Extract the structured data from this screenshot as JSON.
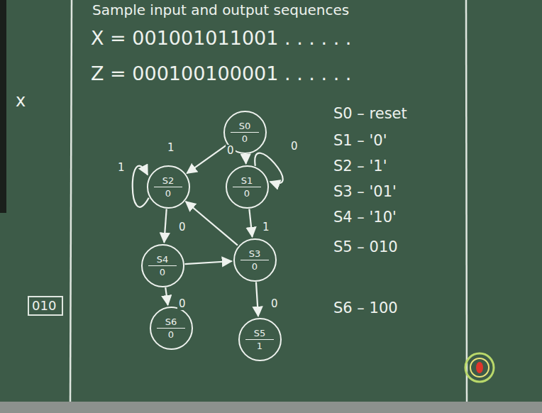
{
  "diagram": {
    "nodes": [
      {
        "text": [
          "S0",
          "0"
        ]
      },
      {
        "text": [
          "S2",
          "0"
        ]
      },
      {
        "text": [
          "S1",
          "0"
        ]
      },
      {
        "text": [
          "S4",
          "0"
        ]
      },
      {
        "text": [
          "S3",
          "0"
        ]
      },
      {
        "text": [
          "S6",
          "0"
        ]
      },
      {
        "text": [
          "S5",
          "1"
        ]
      }
    ],
    "edges": [
      {
        "from": 0,
        "to": 1,
        "label": "1",
        "arrow": "to"
      },
      {
        "from": 0,
        "to": 2,
        "label": "0",
        "arrow": "to"
      },
      {
        "from": 2,
        "to": 2,
        "label": "0",
        "arrow": "to"
      },
      {
        "from": 1,
        "to": 1,
        "label": "1",
        "arrow": "to"
      },
      {
        "from": 1,
        "to": 3,
        "label": "0",
        "arrow": "to"
      },
      {
        "from": 2,
        "to": 4,
        "label": "1",
        "arrow": "to"
      },
      {
        "from": 4,
        "to": 1,
        "arrow": "to"
      },
      {
        "from": 3,
        "to": 4,
        "arrow": "to"
      },
      {
        "from": 3,
        "to": 5,
        "label": "0",
        "arrow": "to"
      },
      {
        "from": 4,
        "to": 6,
        "label": "0",
        "arrow": "to"
      }
    ],
    "labels": [
      "Sample input and output sequences",
      "X = 001001011001 . . . . . .",
      "Z = 000100100001 . . . . . .",
      "S0 – reset",
      "S1 – '0'",
      "S2 – '1'",
      "S3 – '01'",
      "S4 – '10'",
      "S5 – 010",
      "S6 – 100",
      "x",
      "010"
    ]
  }
}
